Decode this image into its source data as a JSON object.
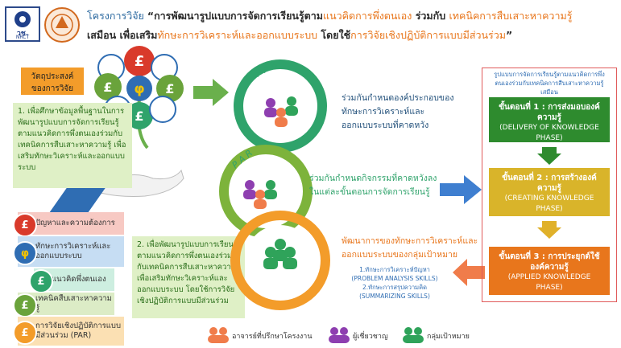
{
  "logos": {
    "left_text": "วช.",
    "left_sub": "NRCT"
  },
  "title": {
    "l1_a": "โครงการวิจัย",
    "l1_b": "“การพัฒนารูปแบบการจัดการเรียนรู้ตาม",
    "l1_c": "แนวคิดการพึ่งตนเอง",
    "l1_d": " ร่วมกับ ",
    "l1_e": "เทคนิคการสืบเสาะหาความรู้",
    "l2_a": "เสมือน เพื่อเสริม",
    "l2_b": "ทักษะการวิเคราะห์และออกแบบระบบ",
    "l2_c": " โดยใช้",
    "l2_d": "การวิจัยเชิงปฏิบัติการแบบมีส่วนร่วม",
    "l2_e": "”"
  },
  "objective_label": "วัตถุประสงค์ของการวิจัย",
  "objective_1": "1. เพื่อศึกษาข้อมูลพื้นฐานในการพัฒนารูปแบบการจัดการเรียนรู้ ตามแนวคิดการพึ่งตนเองร่วมกับเทคนิคการสืบเสาะหาความรู้ เพื่อเสริมทักษะวิเคราะห์และออกแบบระบบ",
  "objective_2": "2. เพื่อพัฒนารูปแบบการเรียนรู้ตามแนวคิดการพึ่งตนเองร่วมกับเทคนิคการสืบเสาะหาความรู้เพื่อเสริมทักษะวิเคราะห์และออกแบบระบบ โดยใช้การวิจัยเชิงปฏิบัติการแบบมีส่วนร่วม",
  "symbols": {
    "pound": "£",
    "phi": "φ"
  },
  "legend": [
    {
      "symbol": "£",
      "text": "ปัญหาและความต้องการ",
      "color": "#d93a2b"
    },
    {
      "symbol": "φ",
      "text": "ทักษะการวิเคราะห์และออกแบบระบบ",
      "color": "#2f6db3"
    },
    {
      "symbol": "£",
      "text": "แนวคิดพึ่งตนเอง",
      "color": "#2fa36b"
    },
    {
      "symbol": "£",
      "text": "เทคนิคสืบเสาะหาความรู้",
      "color": "#6aa33b"
    },
    {
      "symbol": "£",
      "text": "การวิจัยเชิงปฏิบัติการแบบมีส่วนร่วม (PAR)",
      "color": "#f39c2a"
    }
  ],
  "circle_text_1": "ร่วมกันกำหนดองค์ประกอบของทักษะการวิเคราะห์และออกแบบระบบที่คาดหวัง",
  "circle_text_2": "ร่วมกันกำหนดกิจกรรมที่คาดหวังลงในแต่ละขั้นตอนการจัดการเรียนรู้",
  "circle_text_3": "พัฒนาการของทักษะการวิเคราะห์และออกแบบระบบของกลุ่มเป้าหมาย",
  "skills": [
    "1.ทักษะการวิเคราะห์ปัญหา",
    "(PROBLEM ANALYSIS SKILLS)",
    "2.ทักษะการสรุปความคิด",
    "(SUMMARIZING SKILLS)"
  ],
  "par_letters": "P A R",
  "model_title": "รูปแบบการจัดการเรียนรู้ตามแนวคิดการพึ่งตนเองร่วมกับเทคนิคการสืบเสาะหาความรู้เสมือน",
  "steps": [
    {
      "head": "ขั้นตอนที่ 1 : การส่งมอบองค์ความรู้",
      "sub": "(DELIVERY OF KNOWLEDGE PHASE)",
      "color": "#2e8b2e"
    },
    {
      "head": "ขั้นตอนที่ 2 : การสร้างองค์ความรู้",
      "sub": "(CREATING KNOWLEDGE PHASE)",
      "color": "#d9b42a"
    },
    {
      "head": "ขั้นตอนที่ 3 : การประยุกต์ใช้องค์ความรู้",
      "sub": "(APPLIED KNOWLEDGE PHASE)",
      "color": "#e8761c"
    }
  ],
  "people_legend": [
    {
      "text": "อาจารย์ที่ปรึกษาโครงงาน",
      "color": "#f07c4a"
    },
    {
      "text": "ผู้เชี่ยวชาญ",
      "color": "#8e3fb0"
    },
    {
      "text": "กลุ่มเป้าหมาย",
      "color": "#2fa35a"
    }
  ]
}
